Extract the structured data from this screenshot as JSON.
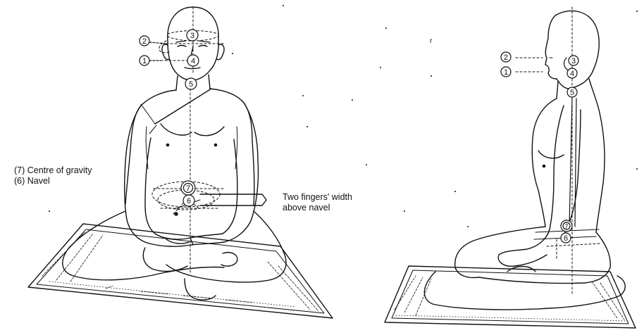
{
  "markers": [
    "1",
    "2",
    "3",
    "4",
    "5",
    "6",
    "7"
  ],
  "labels": {
    "centre_of_gravity": "(7) Centre of gravity",
    "navel": "(6) Navel",
    "two_fingers_line1": "Two fingers' width",
    "two_fingers_line2": "above navel"
  },
  "stray_mark": "r",
  "colors": {
    "ink": "#111111",
    "paper": "#ffffff"
  }
}
